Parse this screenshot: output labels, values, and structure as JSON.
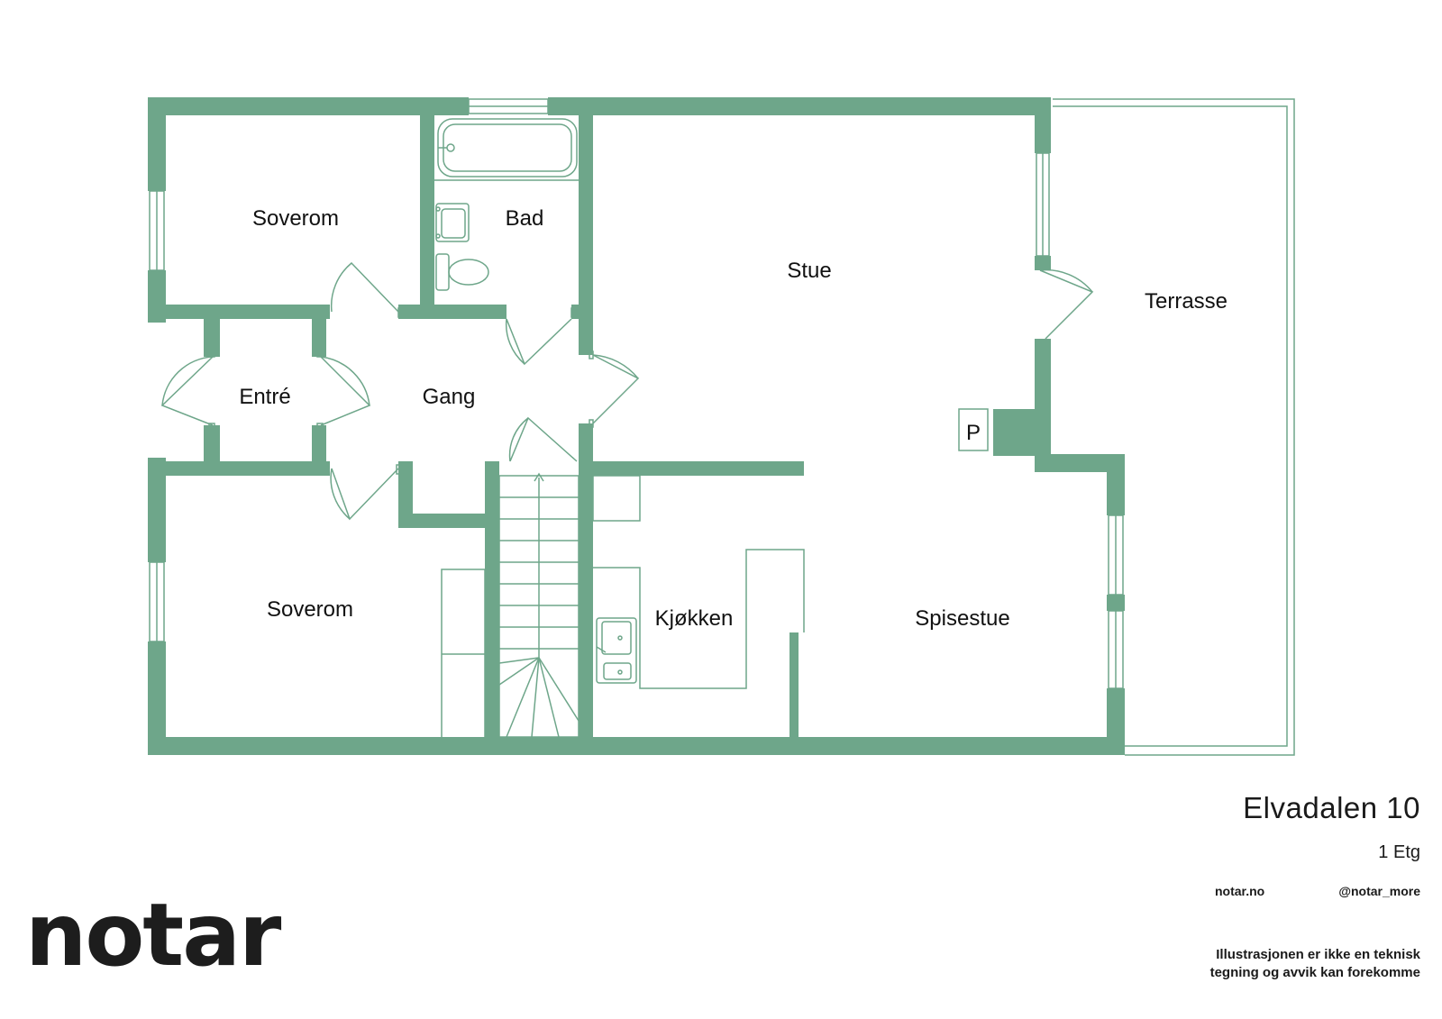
{
  "plan": {
    "wall_color": "#6ea68a",
    "background": "#ffffff",
    "rooms": {
      "soverom_top": "Soverom",
      "bad": "Bad",
      "stue": "Stue",
      "terrasse": "Terrasse",
      "entre": "Entré",
      "gang": "Gang",
      "soverom_bottom": "Soverom",
      "kjokken": "Kjøkken",
      "spisestue": "Spisestue",
      "parking_marker": "P"
    }
  },
  "info": {
    "address": "Elvadalen 10",
    "floor": "1 Etg",
    "website": "notar.no",
    "social": "@notar_more",
    "disclaimer_line1": "Illustrasjonen er ikke en teknisk",
    "disclaimer_line2": "tegning og avvik kan forekomme"
  },
  "brand": {
    "logo_text": "notar",
    "logo_color": "#1d1d1d"
  }
}
